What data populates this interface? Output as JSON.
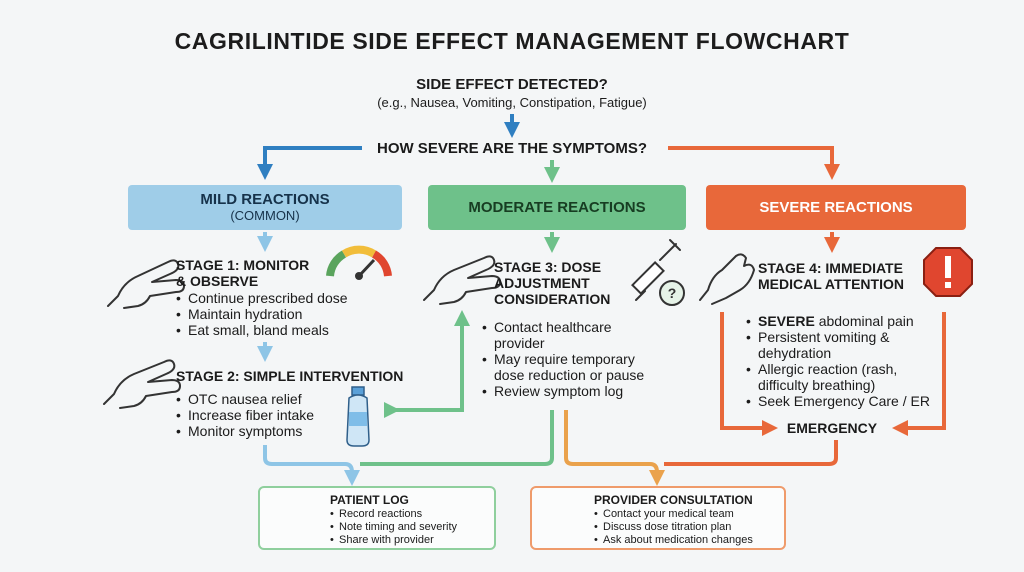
{
  "title": "CAGRILINTIDE SIDE EFFECT MANAGEMENT FLOWCHART",
  "start": {
    "question": "SIDE EFFECT DETECTED?",
    "examples": "(e.g., Nausea, Vomiting, Constipation, Fatigue)"
  },
  "severity_question": "HOW SEVERE ARE THE SYMPTOMS?",
  "categories": {
    "mild": {
      "label": "MILD REACTIONS",
      "sub": "(COMMON)"
    },
    "moderate": {
      "label": "MODERATE REACTIONS"
    },
    "severe": {
      "label": "SEVERE REACTIONS"
    }
  },
  "stages": {
    "stage1": {
      "title_line1": "STAGE 1: MONITOR",
      "title_line2": "& OBSERVE",
      "points": [
        "Continue prescribed dose",
        "Maintain hydration",
        "Eat small, bland meals"
      ]
    },
    "stage2": {
      "title": "STAGE 2: SIMPLE INTERVENTION",
      "points": [
        "OTC nausea relief",
        "Increase fiber intake",
        "Monitor symptoms"
      ]
    },
    "stage3": {
      "title_line1": "STAGE 3: DOSE",
      "title_line2": "ADJUSTMENT",
      "title_line3": "CONSIDERATION",
      "points": [
        "Contact healthcare provider",
        "May require temporary dose reduction or pause",
        "Review symptom log"
      ]
    },
    "stage4": {
      "title_line1": "STAGE 4: IMMEDIATE",
      "title_line2": "MEDICAL ATTENTION",
      "point1_strong": "SEVERE",
      "point1_rest": " abdominal pain",
      "points": [
        "Persistent vomiting & dehydration",
        "Allergic reaction (rash, difficulty breathing)",
        "Seek Emergency Care / ER"
      ]
    }
  },
  "emergency_label": "EMERGENCY",
  "patient_log": {
    "title": "PATIENT LOG",
    "points": [
      "Record reactions",
      "Note timing and severity",
      "Share with provider"
    ]
  },
  "provider": {
    "title": "PROVIDER CONSULTATION",
    "points": [
      "Contact your medical team",
      "Discuss dose titration plan",
      "Ask about medication changes"
    ]
  },
  "icons": [
    "hand-pointing-icon",
    "gauge-icon",
    "syringe-icon",
    "question-icon",
    "water-bottle-icon",
    "warning-octagon-icon",
    "clipboard-icon",
    "pencil-icon",
    "doctor-icon",
    "phone-icon"
  ],
  "colors": {
    "blue": "#2f7fc1",
    "light_blue": "#9fcde8",
    "green": "#6ec18a",
    "orange": "#e8683a",
    "red": "#e0462f",
    "text": "#1b1b1b"
  }
}
